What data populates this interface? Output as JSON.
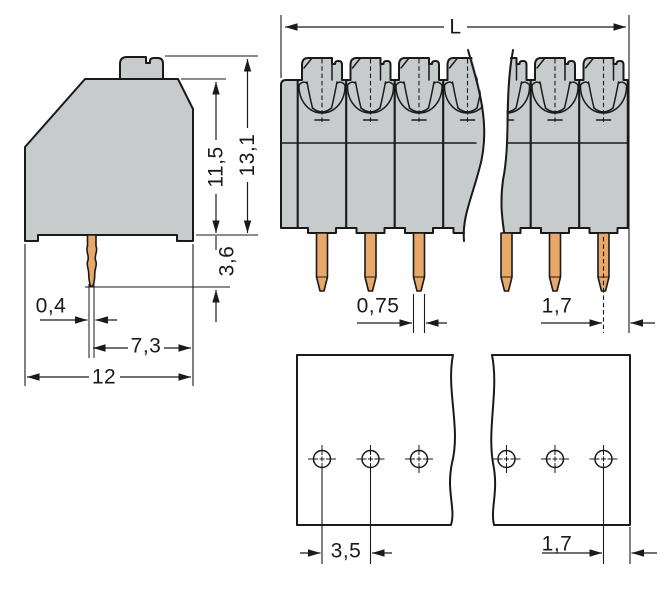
{
  "colors": {
    "body_fill": "#c8cbcc",
    "pin_fill": "#e8a869",
    "line": "#1a1a1a",
    "background": "#ffffff"
  },
  "views": {
    "side": {
      "dims": {
        "body_height": "11,5",
        "total_height": "13,1",
        "pin_protrusion": "3,6",
        "pin_width": "0,4",
        "pin_to_edge": "7,3",
        "depth": "12"
      }
    },
    "front": {
      "dims": {
        "total_length": "L",
        "pin_width": "0,75",
        "pin_to_end": "1,7"
      }
    },
    "drilling": {
      "dims": {
        "pitch": "3,5",
        "hole_to_edge": "1,7"
      }
    }
  }
}
